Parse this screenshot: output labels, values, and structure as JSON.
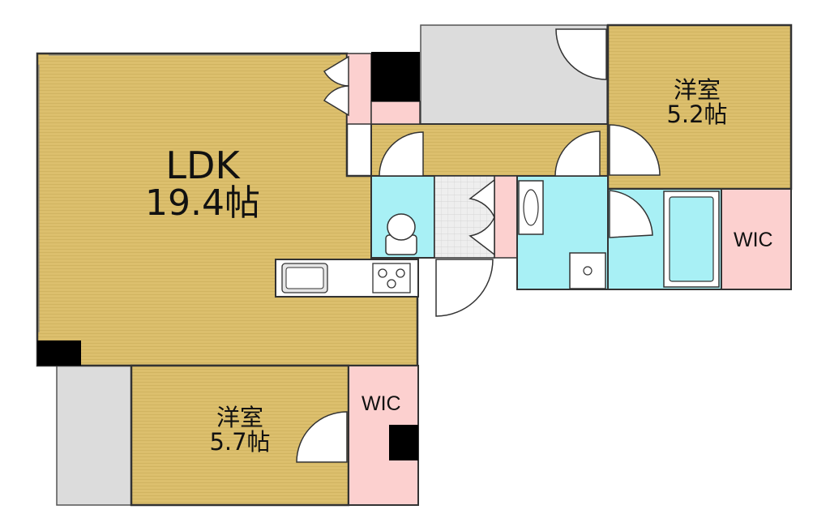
{
  "colors": {
    "wood": "#dcbf6d",
    "water": "#a8f0f5",
    "storage": "#fcd0cf",
    "balcony": "#dcdcdc",
    "pillar": "#000000",
    "wall": "#333333"
  },
  "rooms": {
    "ldk": {
      "name": "LDK",
      "area": "19.4帖"
    },
    "western_room_1": {
      "name": "洋室",
      "area": "5.2帖"
    },
    "western_room_2": {
      "name": "洋室",
      "area": "5.7帖"
    },
    "wic_1": {
      "name": "WIC"
    },
    "wic_2": {
      "name": "WIC"
    }
  },
  "icons": [
    "sink-icon",
    "stove-icon",
    "toilet-icon",
    "washbasin-icon",
    "washer-pan-icon",
    "bathtub-icon",
    "door-swing-icon"
  ]
}
